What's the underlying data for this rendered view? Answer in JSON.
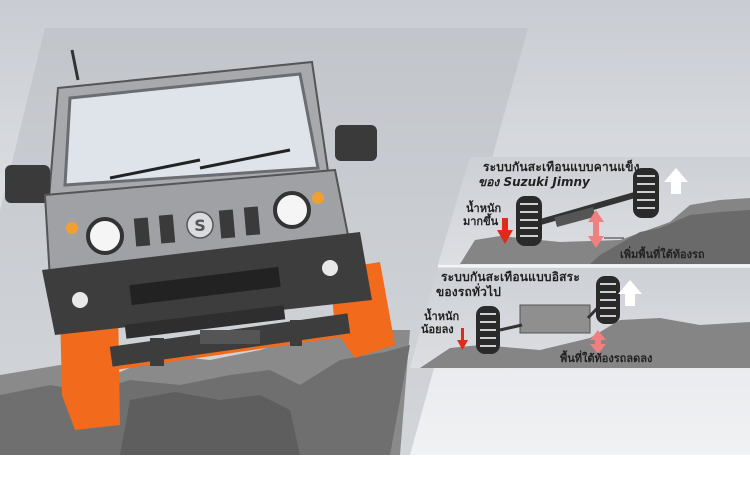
{
  "panel_top": {
    "title_line1": "ระบบกันสะเทือนแบบคานแข็ง",
    "title_line2": "ของ Suzuki Jimny",
    "weight_line1": "น้ำหนัก",
    "weight_line2": "มากขึ้น",
    "clearance_label": "เพิ่มพื้นที่ใต้ท้องรถ"
  },
  "panel_bottom": {
    "title_line1": "ระบบกันสะเทือนแบบอิสระ",
    "title_line2": "ของรถทั่วไป",
    "weight_line1": "น้ำหนัก",
    "weight_line2": "น้อยลง",
    "clearance_label": "พื้นที่ใต้ท้องรถลดลง"
  },
  "colors": {
    "accent_orange": "#f26a1b",
    "arrow_red": "#e02a1a",
    "clearance_pink": "#f08080",
    "panel_grey": "#c9cdd2",
    "ground_grey": "#6d6d6d"
  },
  "icons": {
    "suzuki_logo": "suzuki-s-emblem",
    "up_arrow": "white-up-arrow",
    "down_arrow": "red-down-arrow"
  }
}
